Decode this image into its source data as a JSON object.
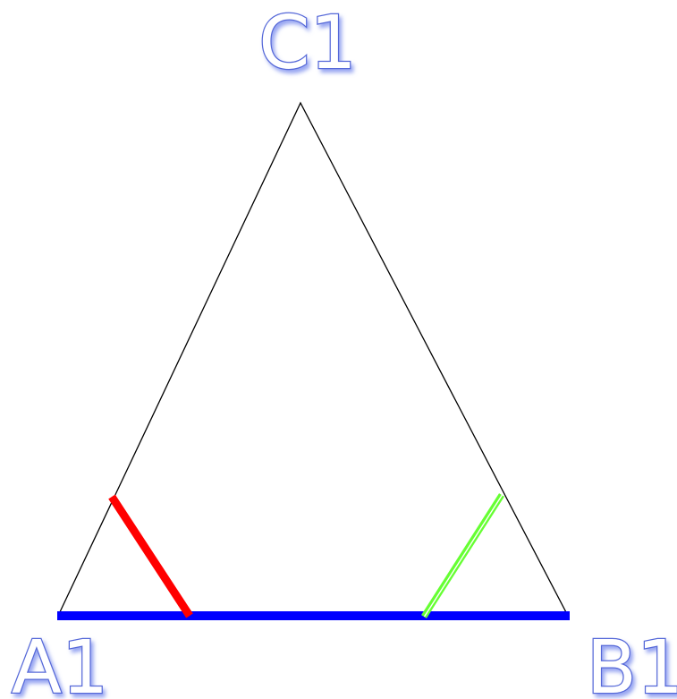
{
  "diagram": {
    "vertices": {
      "a": {
        "label": "A1"
      },
      "b": {
        "label": "B1"
      },
      "c": {
        "label": "C1"
      }
    },
    "colors": {
      "triangle_outline": "#000000",
      "base_highlight": "#0000ff",
      "left_segment": "#ff0000",
      "right_segment": "#66ff33",
      "label_outline": "#5568d8",
      "label_shadow": "#8d9cf0"
    }
  }
}
